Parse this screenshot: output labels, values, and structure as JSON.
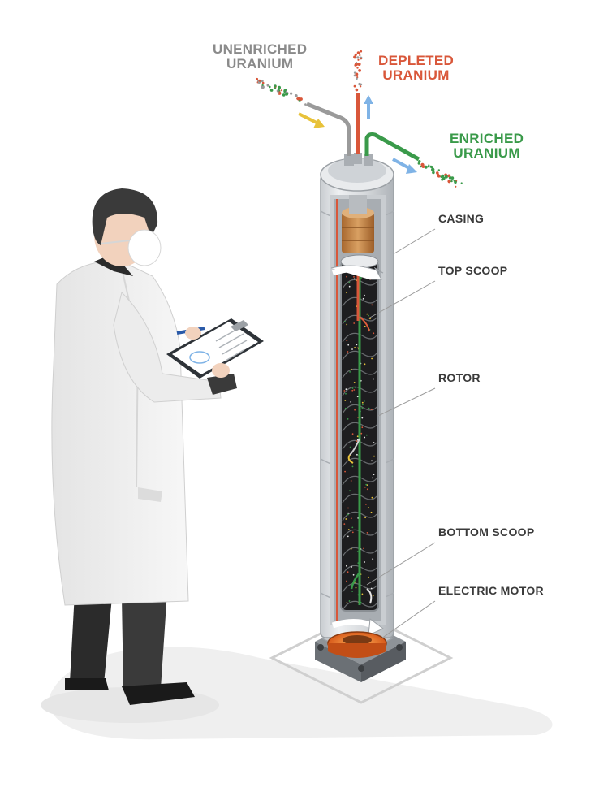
{
  "flows": {
    "unenriched": {
      "line1": "UNENRICHED",
      "line2": "URANIUM"
    },
    "depleted": {
      "line1": "DEPLETED",
      "line2": "URANIUM"
    },
    "enriched": {
      "line1": "ENRICHED",
      "line2": "URANIUM"
    }
  },
  "parts": {
    "casing": "CASING",
    "top_scoop": "TOP SCOOP",
    "rotor": "ROTOR",
    "bottom_scoop": "BOTTOM SCOOP",
    "electric_motor": "ELECTRIC MOTOR"
  },
  "colors": {
    "unenriched": "#9a9a9a",
    "depleted": "#d9573a",
    "enriched": "#3a9a4a",
    "flow_arrow": "#7fb3e6",
    "feed_arrow": "#e8c23a",
    "copper": "#c98a4a",
    "motor_glow": "#f08a3a"
  }
}
